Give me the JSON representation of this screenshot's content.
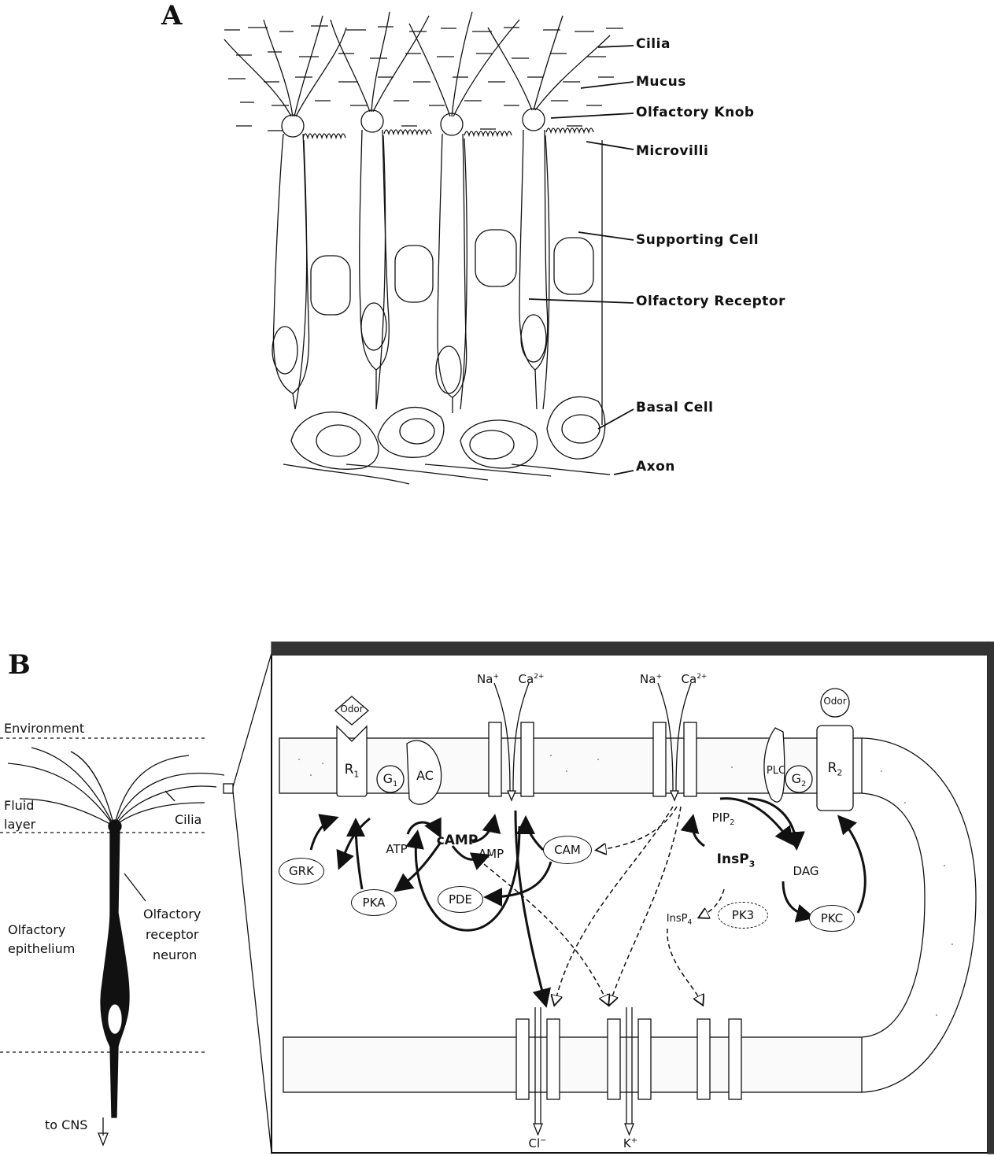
{
  "panel_a": {
    "letter": "A",
    "labels": {
      "cilia": "Cilia",
      "mucus": "Mucus",
      "olfactory_knob": "Olfactory Knob",
      "microvilli": "Microvilli",
      "supporting_cell": "Supporting Cell",
      "olfactory_receptor": "Olfactory Receptor",
      "basal_cell": "Basal Cell",
      "axon": "Axon"
    }
  },
  "panel_b": {
    "letter": "B",
    "neuron": {
      "environment": "Environment",
      "fluid": "Fluid",
      "layer": "layer",
      "cilia": "Cilia",
      "olfactory": "Olfactory",
      "receptor": "receptor",
      "neuron": "neuron",
      "epithelium_1": "Olfactory",
      "epithelium_2": "epithelium",
      "to_cns": "to CNS"
    },
    "pathway": {
      "odor_1": "Odor",
      "odor_2": "Odor",
      "r1_main": "R",
      "r1_sub": "1",
      "r2_main": "R",
      "r2_sub": "2",
      "g1_main": "G",
      "g1_sub": "1",
      "g2_main": "G",
      "g2_sub": "2",
      "ac": "AC",
      "plc": "PLC",
      "na_1": "Na",
      "na_1_sup": "+",
      "ca_1": "Ca",
      "ca_1_sup": "2+",
      "na_2": "Na",
      "na_2_sup": "+",
      "ca_2": "Ca",
      "ca_2_sup": "2+",
      "atp": "ATP",
      "camp": "cAMP",
      "amp": "AMP",
      "cam": "CAM",
      "grk": "GRK",
      "pka": "PKA",
      "pde": "PDE",
      "pip2_main": "PIP",
      "pip2_sub": "2",
      "insp3_main": "InsP",
      "insp3_sub": "3",
      "dag": "DAG",
      "insp4_main": "InsP",
      "insp4_sub": "4",
      "pk3": "PK3",
      "pkc": "PKC",
      "cl": "Cl",
      "cl_sup": "−",
      "k": "K",
      "k_sup": "+"
    }
  }
}
